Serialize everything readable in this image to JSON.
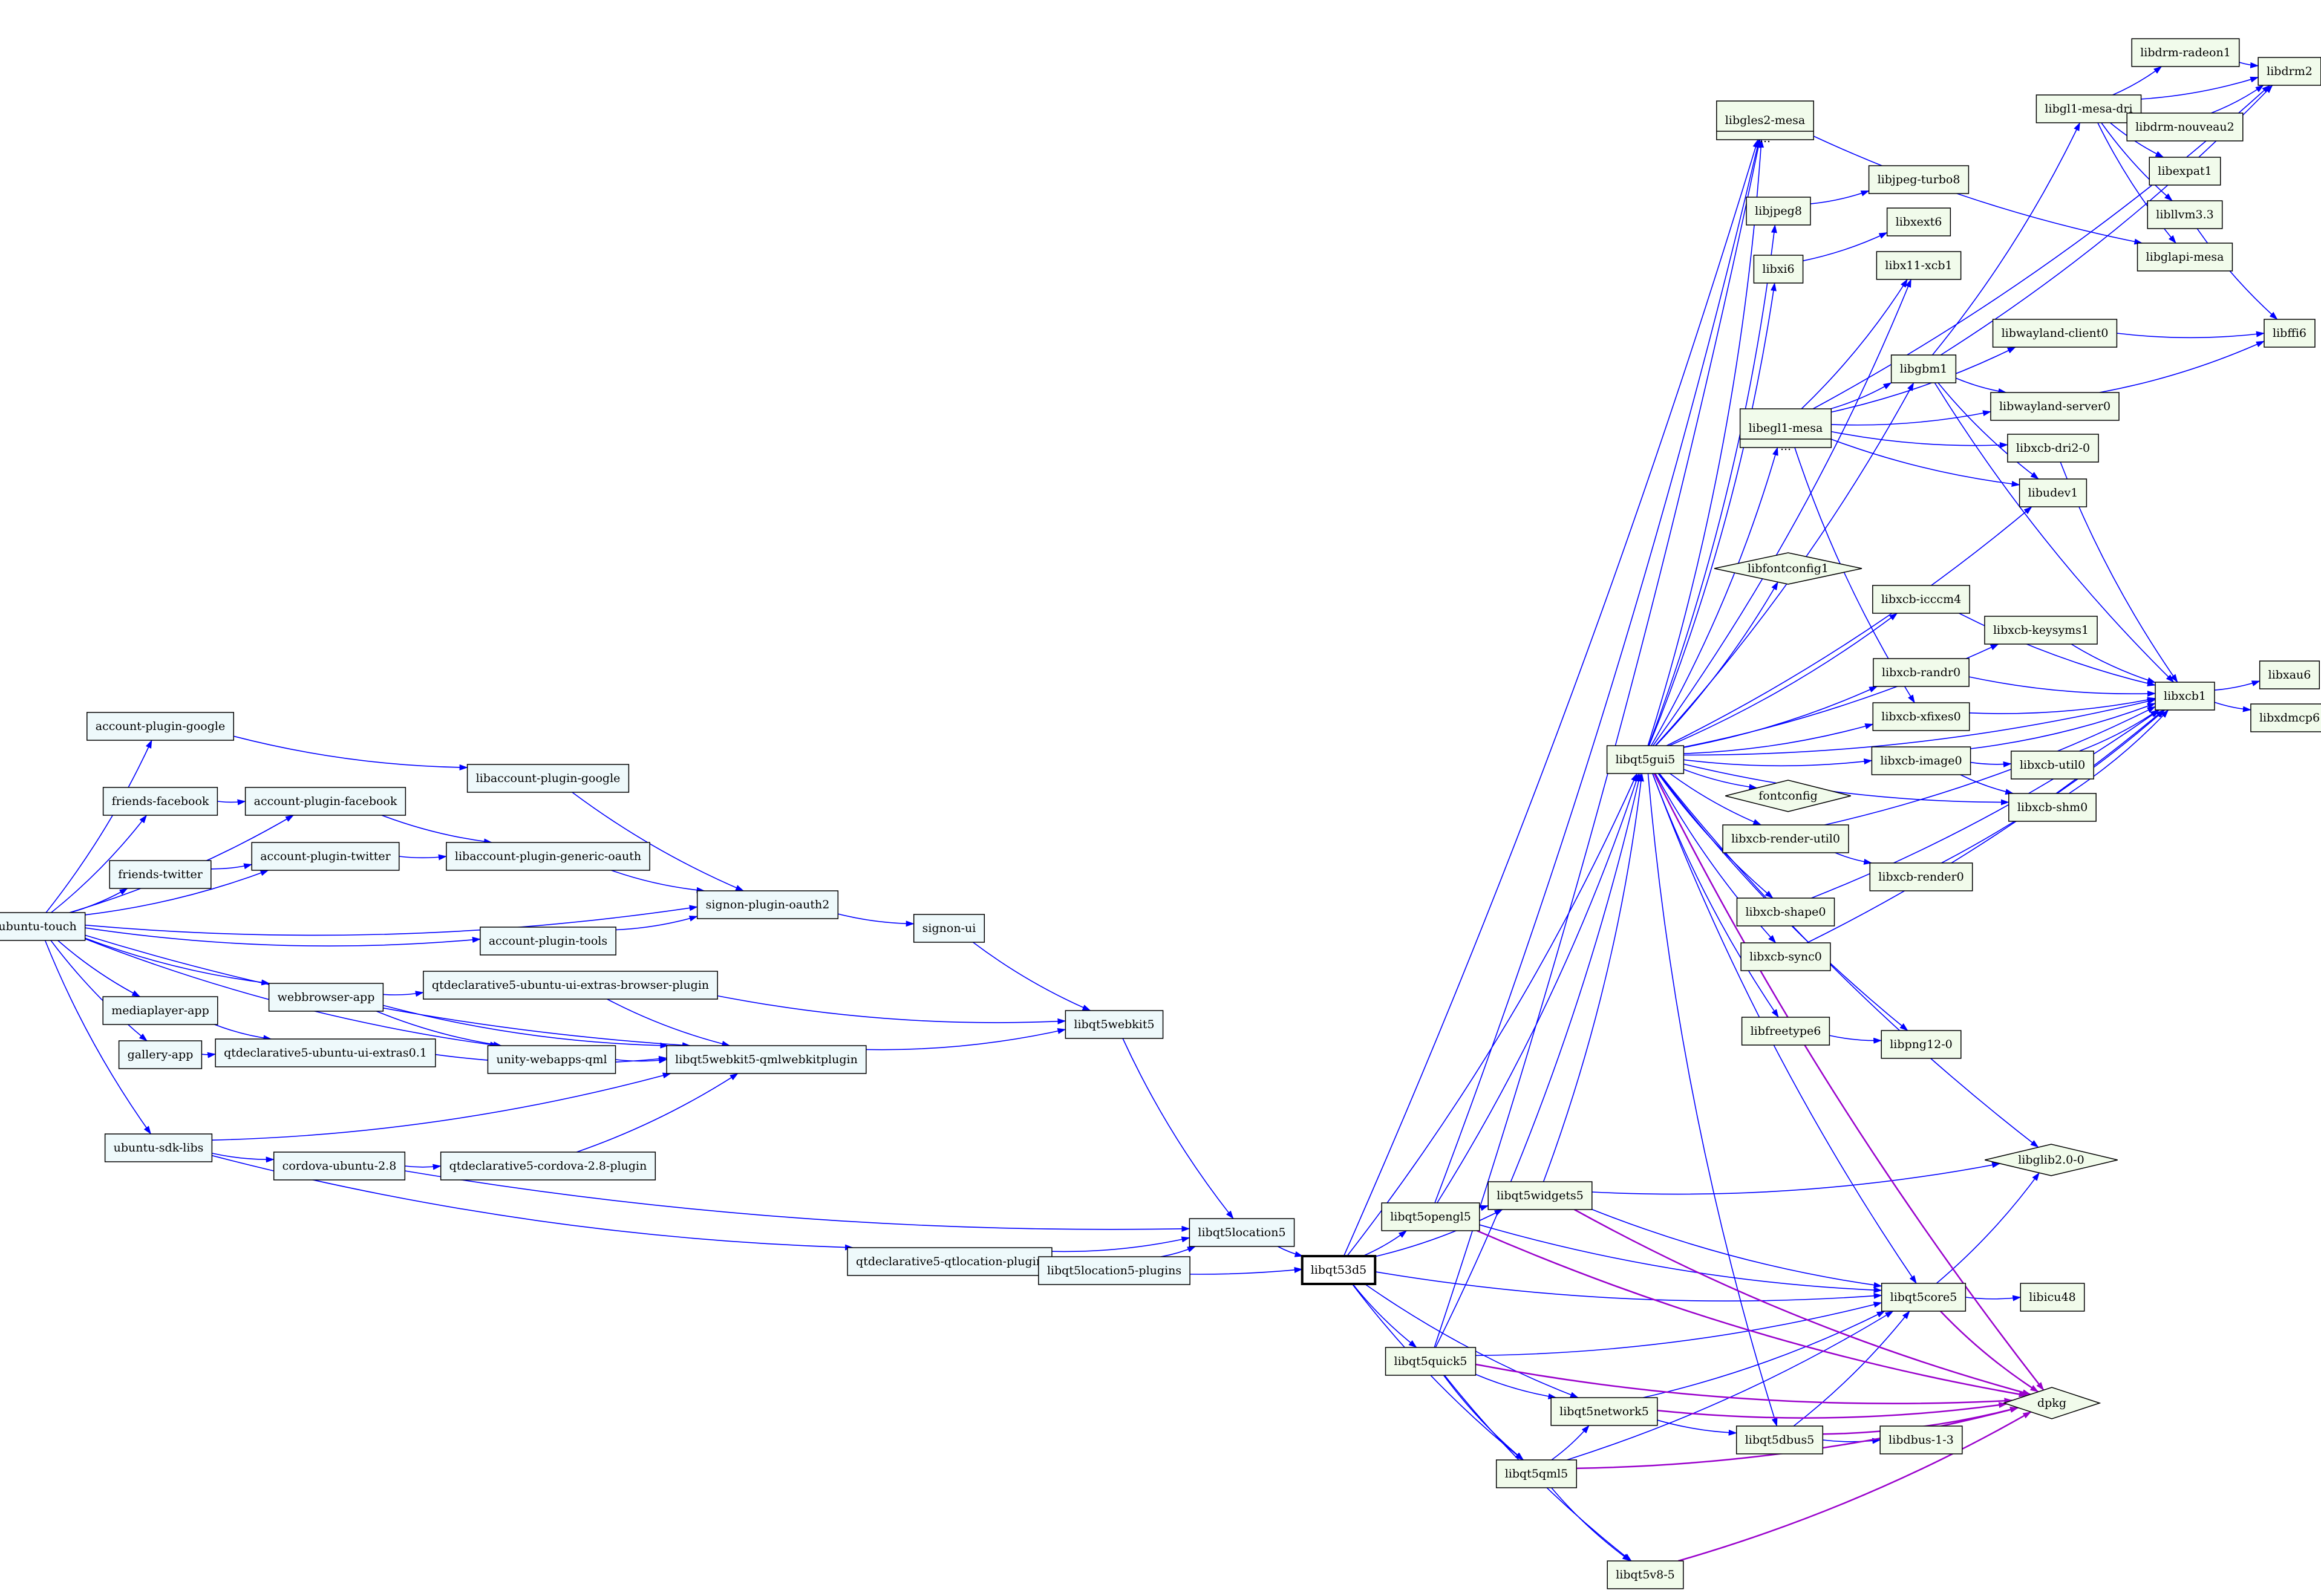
{
  "colors": {
    "background": "#ffffff",
    "edge": "#0000ff",
    "dpkg_edge": "#9900cc",
    "source_fill": "#eef9fb",
    "lib_fill": "#f1fbeb",
    "stroke": "#000000"
  },
  "nodes": [
    {
      "id": "ubuntu-touch",
      "label": "ubuntu-touch",
      "shape": "box",
      "group": "source"
    },
    {
      "id": "account-plugin-google",
      "label": "account-plugin-google",
      "shape": "box",
      "group": "source"
    },
    {
      "id": "friends-facebook",
      "label": "friends-facebook",
      "shape": "box",
      "group": "source"
    },
    {
      "id": "account-plugin-facebook",
      "label": "account-plugin-facebook",
      "shape": "box",
      "group": "source"
    },
    {
      "id": "friends-twitter",
      "label": "friends-twitter",
      "shape": "box",
      "group": "source"
    },
    {
      "id": "account-plugin-twitter",
      "label": "account-plugin-twitter",
      "shape": "box",
      "group": "source"
    },
    {
      "id": "libaccount-plugin-google",
      "label": "libaccount-plugin-google",
      "shape": "box",
      "group": "source"
    },
    {
      "id": "libaccount-plugin-generic-oauth",
      "label": "libaccount-plugin-generic-oauth",
      "shape": "box",
      "group": "source"
    },
    {
      "id": "account-plugin-tools",
      "label": "account-plugin-tools",
      "shape": "box",
      "group": "source"
    },
    {
      "id": "signon-plugin-oauth2",
      "label": "signon-plugin-oauth2",
      "shape": "box",
      "group": "source"
    },
    {
      "id": "signon-ui",
      "label": "signon-ui",
      "shape": "box",
      "group": "source"
    },
    {
      "id": "webbrowser-app",
      "label": "webbrowser-app",
      "shape": "box",
      "group": "source"
    },
    {
      "id": "mediaplayer-app",
      "label": "mediaplayer-app",
      "shape": "box",
      "group": "source"
    },
    {
      "id": "gallery-app",
      "label": "gallery-app",
      "shape": "box",
      "group": "source"
    },
    {
      "id": "qtdeclarative5-ubuntu-ui-extras-browser-plugin",
      "label": "qtdeclarative5-ubuntu-ui-extras-browser-plugin",
      "shape": "box",
      "group": "source"
    },
    {
      "id": "qtdeclarative5-ubuntu-ui-extras0.1",
      "label": "qtdeclarative5-ubuntu-ui-extras0.1",
      "shape": "box",
      "group": "source"
    },
    {
      "id": "unity-webapps-qml",
      "label": "unity-webapps-qml",
      "shape": "box",
      "group": "source"
    },
    {
      "id": "libqt5webkit5-qmlwebkitplugin",
      "label": "libqt5webkit5-qmlwebkitplugin",
      "shape": "box",
      "group": "source"
    },
    {
      "id": "libqt5webkit5",
      "label": "libqt5webkit5",
      "shape": "box",
      "group": "source"
    },
    {
      "id": "ubuntu-sdk-libs",
      "label": "ubuntu-sdk-libs",
      "shape": "box",
      "group": "source"
    },
    {
      "id": "cordova-ubuntu-2.8",
      "label": "cordova-ubuntu-2.8",
      "shape": "box",
      "group": "source"
    },
    {
      "id": "qtdeclarative5-cordova-2.8-plugin",
      "label": "qtdeclarative5-cordova-2.8-plugin",
      "shape": "box",
      "group": "source"
    },
    {
      "id": "libqt5location5",
      "label": "libqt5location5",
      "shape": "box",
      "group": "source"
    },
    {
      "id": "qtdeclarative5-qtlocation-plugin",
      "label": "qtdeclarative5-qtlocation-plugin",
      "shape": "box",
      "group": "source"
    },
    {
      "id": "libqt5location5-plugins",
      "label": "libqt5location5-plugins",
      "shape": "box",
      "group": "source"
    },
    {
      "id": "libqt53d5",
      "label": "libqt53d5",
      "shape": "box",
      "group": "focus"
    },
    {
      "id": "libqt5opengl5",
      "label": "libqt5opengl5",
      "shape": "box",
      "group": "lib"
    },
    {
      "id": "libqt5widgets5",
      "label": "libqt5widgets5",
      "shape": "box",
      "group": "lib"
    },
    {
      "id": "libqt5quick5",
      "label": "libqt5quick5",
      "shape": "box",
      "group": "lib"
    },
    {
      "id": "libqt5network5",
      "label": "libqt5network5",
      "shape": "box",
      "group": "lib"
    },
    {
      "id": "libqt5qml5",
      "label": "libqt5qml5",
      "shape": "box",
      "group": "lib"
    },
    {
      "id": "libqt5v8-5",
      "label": "libqt5v8-5",
      "shape": "box",
      "group": "lib"
    },
    {
      "id": "libqt5dbus5",
      "label": "libqt5dbus5",
      "shape": "box",
      "group": "lib"
    },
    {
      "id": "libdbus-1-3",
      "label": "libdbus-1-3",
      "shape": "box",
      "group": "lib"
    },
    {
      "id": "libqt5core5",
      "label": "libqt5core5",
      "shape": "box",
      "group": "lib"
    },
    {
      "id": "libicu48",
      "label": "libicu48",
      "shape": "box",
      "group": "lib"
    },
    {
      "id": "dpkg",
      "label": "dpkg",
      "shape": "diamond",
      "group": "lib"
    },
    {
      "id": "libglib2.0-0",
      "label": "libglib2.0-0",
      "shape": "diamond",
      "group": "lib"
    },
    {
      "id": "libqt5gui5",
      "label": "libqt5gui5",
      "shape": "box",
      "group": "lib"
    },
    {
      "id": "libgles2-mesa",
      "label": "libgles2-mesa",
      "sub": "...",
      "shape": "record",
      "group": "lib"
    },
    {
      "id": "libjpeg8",
      "label": "libjpeg8",
      "shape": "box",
      "group": "lib"
    },
    {
      "id": "libjpeg-turbo8",
      "label": "libjpeg-turbo8",
      "shape": "box",
      "group": "lib"
    },
    {
      "id": "libxi6",
      "label": "libxi6",
      "shape": "box",
      "group": "lib"
    },
    {
      "id": "libxext6",
      "label": "libxext6",
      "shape": "box",
      "group": "lib"
    },
    {
      "id": "libx11-xcb1",
      "label": "libx11-xcb1",
      "shape": "box",
      "group": "lib"
    },
    {
      "id": "libegl1-mesa",
      "label": "libegl1-mesa",
      "sub": "...",
      "shape": "record",
      "group": "lib"
    },
    {
      "id": "libgbm1",
      "label": "libgbm1",
      "shape": "box",
      "group": "lib"
    },
    {
      "id": "libwayland-client0",
      "label": "libwayland-client0",
      "shape": "box",
      "group": "lib"
    },
    {
      "id": "libwayland-server0",
      "label": "libwayland-server0",
      "shape": "box",
      "group": "lib"
    },
    {
      "id": "libxcb-dri2-0",
      "label": "libxcb-dri2-0",
      "shape": "box",
      "group": "lib"
    },
    {
      "id": "libudev1",
      "label": "libudev1",
      "shape": "box",
      "group": "lib"
    },
    {
      "id": "libgl1-mesa-dri",
      "label": "libgl1-mesa-dri",
      "shape": "box",
      "group": "lib"
    },
    {
      "id": "libdrm-radeon1",
      "label": "libdrm-radeon1",
      "shape": "box",
      "group": "lib"
    },
    {
      "id": "libdrm2",
      "label": "libdrm2",
      "shape": "box",
      "group": "lib"
    },
    {
      "id": "libdrm-nouveau2",
      "label": "libdrm-nouveau2",
      "shape": "box",
      "group": "lib"
    },
    {
      "id": "libexpat1",
      "label": "libexpat1",
      "shape": "box",
      "group": "lib"
    },
    {
      "id": "libllvm3.3",
      "label": "libllvm3.3",
      "shape": "box",
      "group": "lib"
    },
    {
      "id": "libglapi-mesa",
      "label": "libglapi-mesa",
      "shape": "box",
      "group": "lib"
    },
    {
      "id": "libffi6",
      "label": "libffi6",
      "shape": "box",
      "group": "lib"
    },
    {
      "id": "libfontconfig1",
      "label": "libfontconfig1",
      "shape": "diamond",
      "group": "lib"
    },
    {
      "id": "libxcb-icccm4",
      "label": "libxcb-icccm4",
      "shape": "box",
      "group": "lib"
    },
    {
      "id": "libxcb-keysyms1",
      "label": "libxcb-keysyms1",
      "shape": "box",
      "group": "lib"
    },
    {
      "id": "libxcb-randr0",
      "label": "libxcb-randr0",
      "shape": "box",
      "group": "lib"
    },
    {
      "id": "libxcb-xfixes0",
      "label": "libxcb-xfixes0",
      "shape": "box",
      "group": "lib"
    },
    {
      "id": "libxcb-image0",
      "label": "libxcb-image0",
      "shape": "box",
      "group": "lib"
    },
    {
      "id": "libxcb-util0",
      "label": "libxcb-util0",
      "shape": "box",
      "group": "lib"
    },
    {
      "id": "libxcb-shm0",
      "label": "libxcb-shm0",
      "shape": "box",
      "group": "lib"
    },
    {
      "id": "fontconfig",
      "label": "fontconfig",
      "shape": "diamond",
      "group": "lib"
    },
    {
      "id": "libxcb-render-util0",
      "label": "libxcb-render-util0",
      "shape": "box",
      "group": "lib"
    },
    {
      "id": "libxcb-render0",
      "label": "libxcb-render0",
      "shape": "box",
      "group": "lib"
    },
    {
      "id": "libxcb-shape0",
      "label": "libxcb-shape0",
      "shape": "box",
      "group": "lib"
    },
    {
      "id": "libxcb-sync0",
      "label": "libxcb-sync0",
      "shape": "box",
      "group": "lib"
    },
    {
      "id": "libfreetype6",
      "label": "libfreetype6",
      "shape": "box",
      "group": "lib"
    },
    {
      "id": "libpng12-0",
      "label": "libpng12-0",
      "shape": "box",
      "group": "lib"
    },
    {
      "id": "libxcb1",
      "label": "libxcb1",
      "shape": "box",
      "group": "lib"
    },
    {
      "id": "libxau6",
      "label": "libxau6",
      "shape": "box",
      "group": "lib"
    },
    {
      "id": "libxdmcp6",
      "label": "libxdmcp6",
      "shape": "box",
      "group": "lib"
    }
  ],
  "edges": [
    [
      "ubuntu-touch",
      "account-plugin-google"
    ],
    [
      "ubuntu-touch",
      "friends-facebook"
    ],
    [
      "ubuntu-touch",
      "account-plugin-facebook"
    ],
    [
      "ubuntu-touch",
      "friends-twitter"
    ],
    [
      "ubuntu-touch",
      "account-plugin-twitter"
    ],
    [
      "ubuntu-touch",
      "signon-plugin-oauth2"
    ],
    [
      "ubuntu-touch",
      "account-plugin-tools"
    ],
    [
      "ubuntu-touch",
      "webbrowser-app"
    ],
    [
      "ubuntu-touch",
      "mediaplayer-app"
    ],
    [
      "ubuntu-touch",
      "gallery-app"
    ],
    [
      "ubuntu-touch",
      "unity-webapps-qml"
    ],
    [
      "ubuntu-touch",
      "libqt5webkit5-qmlwebkitplugin"
    ],
    [
      "ubuntu-touch",
      "ubuntu-sdk-libs"
    ],
    [
      "account-plugin-google",
      "libaccount-plugin-google"
    ],
    [
      "friends-facebook",
      "account-plugin-facebook"
    ],
    [
      "account-plugin-facebook",
      "libaccount-plugin-generic-oauth"
    ],
    [
      "friends-twitter",
      "account-plugin-twitter"
    ],
    [
      "account-plugin-twitter",
      "libaccount-plugin-generic-oauth"
    ],
    [
      "libaccount-plugin-google",
      "signon-plugin-oauth2"
    ],
    [
      "libaccount-plugin-generic-oauth",
      "signon-plugin-oauth2"
    ],
    [
      "account-plugin-tools",
      "signon-plugin-oauth2"
    ],
    [
      "signon-plugin-oauth2",
      "signon-ui"
    ],
    [
      "signon-ui",
      "libqt5webkit5"
    ],
    [
      "webbrowser-app",
      "qtdeclarative5-ubuntu-ui-extras-browser-plugin"
    ],
    [
      "webbrowser-app",
      "unity-webapps-qml"
    ],
    [
      "webbrowser-app",
      "libqt5webkit5-qmlwebkitplugin"
    ],
    [
      "mediaplayer-app",
      "qtdeclarative5-ubuntu-ui-extras0.1"
    ],
    [
      "gallery-app",
      "qtdeclarative5-ubuntu-ui-extras0.1"
    ],
    [
      "qtdeclarative5-ubuntu-ui-extras-browser-plugin",
      "libqt5webkit5"
    ],
    [
      "qtdeclarative5-ubuntu-ui-extras-browser-plugin",
      "libqt5webkit5-qmlwebkitplugin"
    ],
    [
      "qtdeclarative5-ubuntu-ui-extras0.1",
      "libqt5webkit5-qmlwebkitplugin"
    ],
    [
      "unity-webapps-qml",
      "libqt5webkit5-qmlwebkitplugin"
    ],
    [
      "libqt5webkit5-qmlwebkitplugin",
      "libqt5webkit5"
    ],
    [
      "libqt5webkit5",
      "libqt5location5"
    ],
    [
      "ubuntu-sdk-libs",
      "cordova-ubuntu-2.8"
    ],
    [
      "ubuntu-sdk-libs",
      "libqt5webkit5-qmlwebkitplugin"
    ],
    [
      "ubuntu-sdk-libs",
      "qtdeclarative5-qtlocation-plugin"
    ],
    [
      "cordova-ubuntu-2.8",
      "qtdeclarative5-cordova-2.8-plugin"
    ],
    [
      "cordova-ubuntu-2.8",
      "libqt5location5"
    ],
    [
      "qtdeclarative5-cordova-2.8-plugin",
      "libqt5webkit5-qmlwebkitplugin"
    ],
    [
      "qtdeclarative5-qtlocation-plugin",
      "libqt5location5"
    ],
    [
      "qtdeclarative5-qtlocation-plugin",
      "libqt5location5-plugins"
    ],
    [
      "qtdeclarative5-qtlocation-plugin",
      "libqt53d5"
    ],
    [
      "libqt5location5-plugins",
      "libqt5location5"
    ],
    [
      "libqt5location5",
      "libqt53d5"
    ],
    [
      "libqt53d5",
      "libqt5opengl5"
    ],
    [
      "libqt53d5",
      "libqt5widgets5"
    ],
    [
      "libqt53d5",
      "libqt5quick5"
    ],
    [
      "libqt53d5",
      "libqt5network5"
    ],
    [
      "libqt53d5",
      "libqt5qml5"
    ],
    [
      "libqt53d5",
      "libqt5core5"
    ],
    [
      "libqt53d5",
      "libqt5gui5"
    ],
    [
      "libqt53d5",
      "libgles2-mesa"
    ],
    [
      "libqt5opengl5",
      "libqt5widgets5"
    ],
    [
      "libqt5opengl5",
      "libqt5core5"
    ],
    [
      "libqt5opengl5",
      "libqt5gui5"
    ],
    [
      "libqt5opengl5",
      "libgles2-mesa"
    ],
    [
      "libqt5widgets5",
      "libqt5core5"
    ],
    [
      "libqt5widgets5",
      "libqt5gui5"
    ],
    [
      "libqt5widgets5",
      "libglib2.0-0"
    ],
    [
      "libqt5quick5",
      "libqt5network5"
    ],
    [
      "libqt5quick5",
      "libqt5qml5"
    ],
    [
      "libqt5quick5",
      "libqt5v8-5"
    ],
    [
      "libqt5quick5",
      "libqt5core5"
    ],
    [
      "libqt5quick5",
      "libqt5gui5"
    ],
    [
      "libqt5quick5",
      "libgles2-mesa"
    ],
    [
      "libqt5network5",
      "libqt5core5"
    ],
    [
      "libqt5network5",
      "libqt5dbus5"
    ],
    [
      "libqt5qml5",
      "libqt5network5"
    ],
    [
      "libqt5qml5",
      "libqt5v8-5"
    ],
    [
      "libqt5qml5",
      "libqt5core5"
    ],
    [
      "libqt5dbus5",
      "libqt5core5"
    ],
    [
      "libqt5dbus5",
      "libdbus-1-3"
    ],
    [
      "libqt5core5",
      "libicu48"
    ],
    [
      "libqt5core5",
      "libglib2.0-0"
    ],
    [
      "libqt5gui5",
      "libgles2-mesa"
    ],
    [
      "libqt5gui5",
      "libjpeg8"
    ],
    [
      "libqt5gui5",
      "libxi6"
    ],
    [
      "libqt5gui5",
      "libx11-xcb1"
    ],
    [
      "libqt5gui5",
      "libegl1-mesa"
    ],
    [
      "libqt5gui5",
      "libgbm1"
    ],
    [
      "libqt5gui5",
      "libudev1"
    ],
    [
      "libqt5gui5",
      "libfontconfig1"
    ],
    [
      "libqt5gui5",
      "libxcb-icccm4"
    ],
    [
      "libqt5gui5",
      "libxcb-keysyms1"
    ],
    [
      "libqt5gui5",
      "libxcb-randr0"
    ],
    [
      "libqt5gui5",
      "libxcb-xfixes0"
    ],
    [
      "libqt5gui5",
      "libxcb-image0"
    ],
    [
      "libqt5gui5",
      "libxcb-shm0"
    ],
    [
      "libqt5gui5",
      "fontconfig"
    ],
    [
      "libqt5gui5",
      "libxcb-render-util0"
    ],
    [
      "libqt5gui5",
      "libxcb-shape0"
    ],
    [
      "libqt5gui5",
      "libxcb-sync0"
    ],
    [
      "libqt5gui5",
      "libfreetype6"
    ],
    [
      "libqt5gui5",
      "libpng12-0"
    ],
    [
      "libqt5gui5",
      "libqt5core5"
    ],
    [
      "libqt5gui5",
      "libglib2.0-0"
    ],
    [
      "libqt5gui5",
      "libqt5dbus5"
    ],
    [
      "libqt5gui5",
      "libxcb1"
    ],
    [
      "libgles2-mesa",
      "libglapi-mesa"
    ],
    [
      "libjpeg8",
      "libjpeg-turbo8"
    ],
    [
      "libxi6",
      "libxext6"
    ],
    [
      "libegl1-mesa",
      "libx11-xcb1"
    ],
    [
      "libegl1-mesa",
      "libgbm1"
    ],
    [
      "libegl1-mesa",
      "libwayland-client0"
    ],
    [
      "libegl1-mesa",
      "libwayland-server0"
    ],
    [
      "libegl1-mesa",
      "libxcb-dri2-0"
    ],
    [
      "libegl1-mesa",
      "libudev1"
    ],
    [
      "libegl1-mesa",
      "libxcb-xfixes0"
    ],
    [
      "libegl1-mesa",
      "libdrm2"
    ],
    [
      "libgbm1",
      "libwayland-server0"
    ],
    [
      "libgbm1",
      "libudev1"
    ],
    [
      "libgbm1",
      "libgl1-mesa-dri"
    ],
    [
      "libgbm1",
      "libxcb1"
    ],
    [
      "libgbm1",
      "libdrm2"
    ],
    [
      "libgl1-mesa-dri",
      "libdrm-radeon1"
    ],
    [
      "libgl1-mesa-dri",
      "libdrm2"
    ],
    [
      "libgl1-mesa-dri",
      "libdrm-nouveau2"
    ],
    [
      "libgl1-mesa-dri",
      "libexpat1"
    ],
    [
      "libgl1-mesa-dri",
      "libllvm3.3"
    ],
    [
      "libgl1-mesa-dri",
      "libglapi-mesa"
    ],
    [
      "libdrm-radeon1",
      "libdrm2"
    ],
    [
      "libdrm-nouveau2",
      "libdrm2"
    ],
    [
      "libllvm3.3",
      "libffi6"
    ],
    [
      "libwayland-client0",
      "libffi6"
    ],
    [
      "libwayland-server0",
      "libffi6"
    ],
    [
      "libxcb-dri2-0",
      "libxcb1"
    ],
    [
      "libxcb-icccm4",
      "libxcb1"
    ],
    [
      "libxcb-keysyms1",
      "libxcb1"
    ],
    [
      "libxcb-randr0",
      "libxcb1"
    ],
    [
      "libxcb-xfixes0",
      "libxcb1"
    ],
    [
      "libxcb-image0",
      "libxcb1"
    ],
    [
      "libxcb-image0",
      "libxcb-util0"
    ],
    [
      "libxcb-image0",
      "libxcb-shm0"
    ],
    [
      "libxcb-util0",
      "libxcb1"
    ],
    [
      "libxcb-shm0",
      "libxcb1"
    ],
    [
      "libxcb-render-util0",
      "libxcb1"
    ],
    [
      "libxcb-render-util0",
      "libxcb-render0"
    ],
    [
      "libxcb-render0",
      "libxcb1"
    ],
    [
      "libxcb-shape0",
      "libxcb1"
    ],
    [
      "libxcb-sync0",
      "libxcb1"
    ],
    [
      "libfreetype6",
      "libpng12-0"
    ],
    [
      "libxcb1",
      "libxau6"
    ],
    [
      "libxcb1",
      "libxdmcp6"
    ]
  ],
  "dpkg_edges": [
    [
      "libqt5gui5",
      "dpkg"
    ],
    [
      "libqt5opengl5",
      "dpkg"
    ],
    [
      "libqt5widgets5",
      "dpkg"
    ],
    [
      "libqt5core5",
      "dpkg"
    ],
    [
      "libqt5quick5",
      "dpkg"
    ],
    [
      "libqt5network5",
      "dpkg"
    ],
    [
      "libqt5dbus5",
      "dpkg"
    ],
    [
      "libqt5qml5",
      "dpkg"
    ],
    [
      "libqt5v8-5",
      "dpkg"
    ]
  ]
}
